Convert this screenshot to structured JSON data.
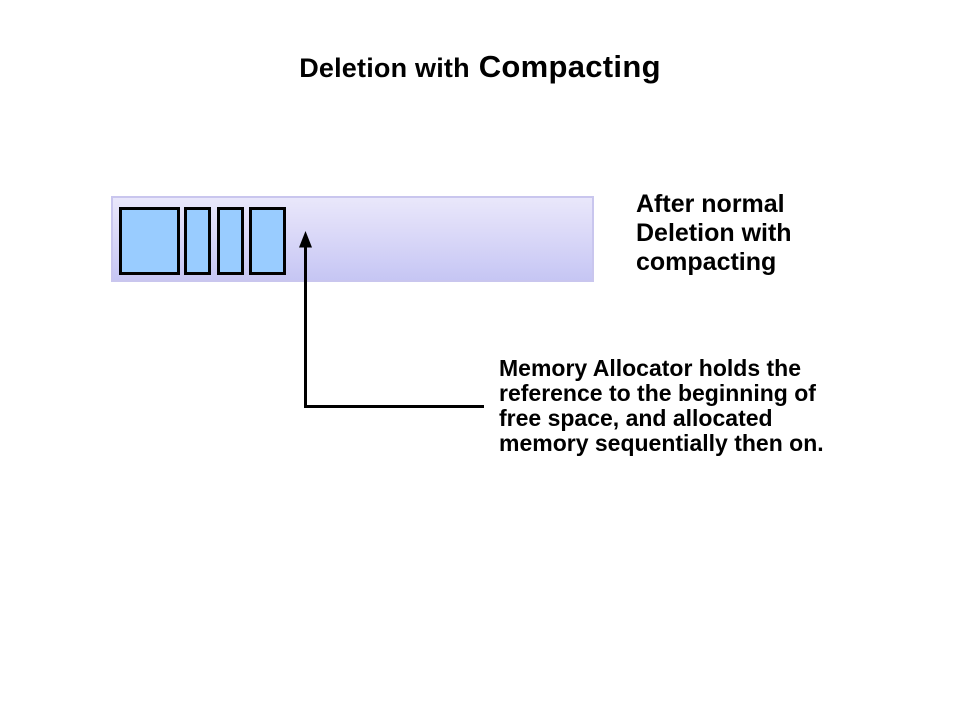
{
  "title": {
    "regular": "Deletion with",
    "emphasis": "Compacting"
  },
  "memory_bar": {
    "name": "memory-strip",
    "block_count": 4,
    "blocks": [
      {
        "name": "allocated-block-1"
      },
      {
        "name": "allocated-block-2"
      },
      {
        "name": "allocated-block-3"
      },
      {
        "name": "allocated-block-4"
      }
    ]
  },
  "annotations": {
    "after_deletion_label": "After normal\nDeletion with\ncompacting",
    "allocator_note": "Memory Allocator holds the\nreference to the beginning of\nfree space, and allocated\nmemory sequentially then on."
  },
  "icons": {
    "arrow": "up-arrow-elbow-connector"
  },
  "colors": {
    "background": "#ffffff",
    "text": "#000000",
    "block_fill": "#99ccff",
    "block_border": "#000000",
    "bar_gradient_top": "#e9e7fb",
    "bar_gradient_bottom": "#c6c6f4",
    "bar_border": "#c9c6ee",
    "arrow": "#000000"
  }
}
